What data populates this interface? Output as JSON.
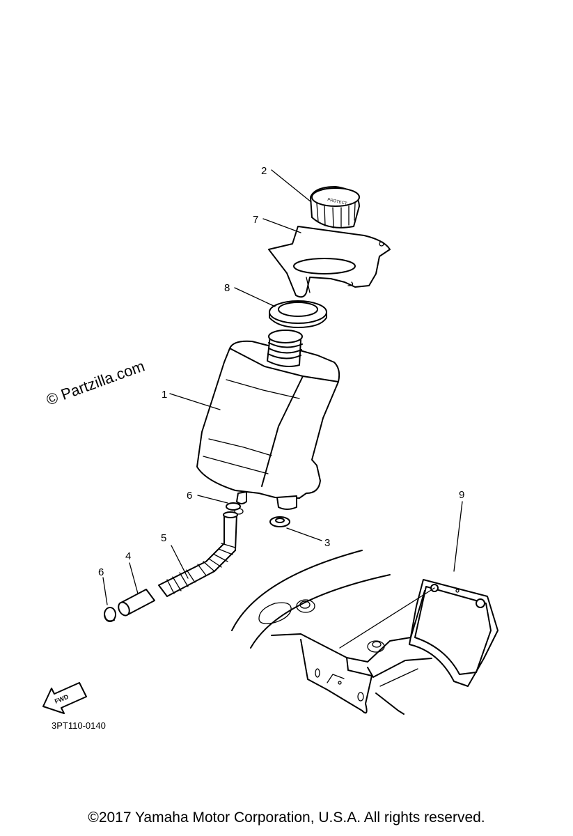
{
  "diagram": {
    "watermark": "© Partzilla.com",
    "diagram_code": "3PT110-0140",
    "fwd_label": "FWD",
    "cap_text": "PROTECT",
    "callouts": [
      {
        "id": "p1",
        "label": "1"
      },
      {
        "id": "p2",
        "label": "2"
      },
      {
        "id": "p3",
        "label": "3"
      },
      {
        "id": "p4",
        "label": "4"
      },
      {
        "id": "p5",
        "label": "5"
      },
      {
        "id": "p6a",
        "label": "6"
      },
      {
        "id": "p6b",
        "label": "6"
      },
      {
        "id": "p7",
        "label": "7"
      },
      {
        "id": "p8",
        "label": "8"
      },
      {
        "id": "p9",
        "label": "9"
      }
    ]
  },
  "footer": {
    "copyright": "©2017 Yamaha Motor Corporation, U.S.A. All rights reserved."
  }
}
